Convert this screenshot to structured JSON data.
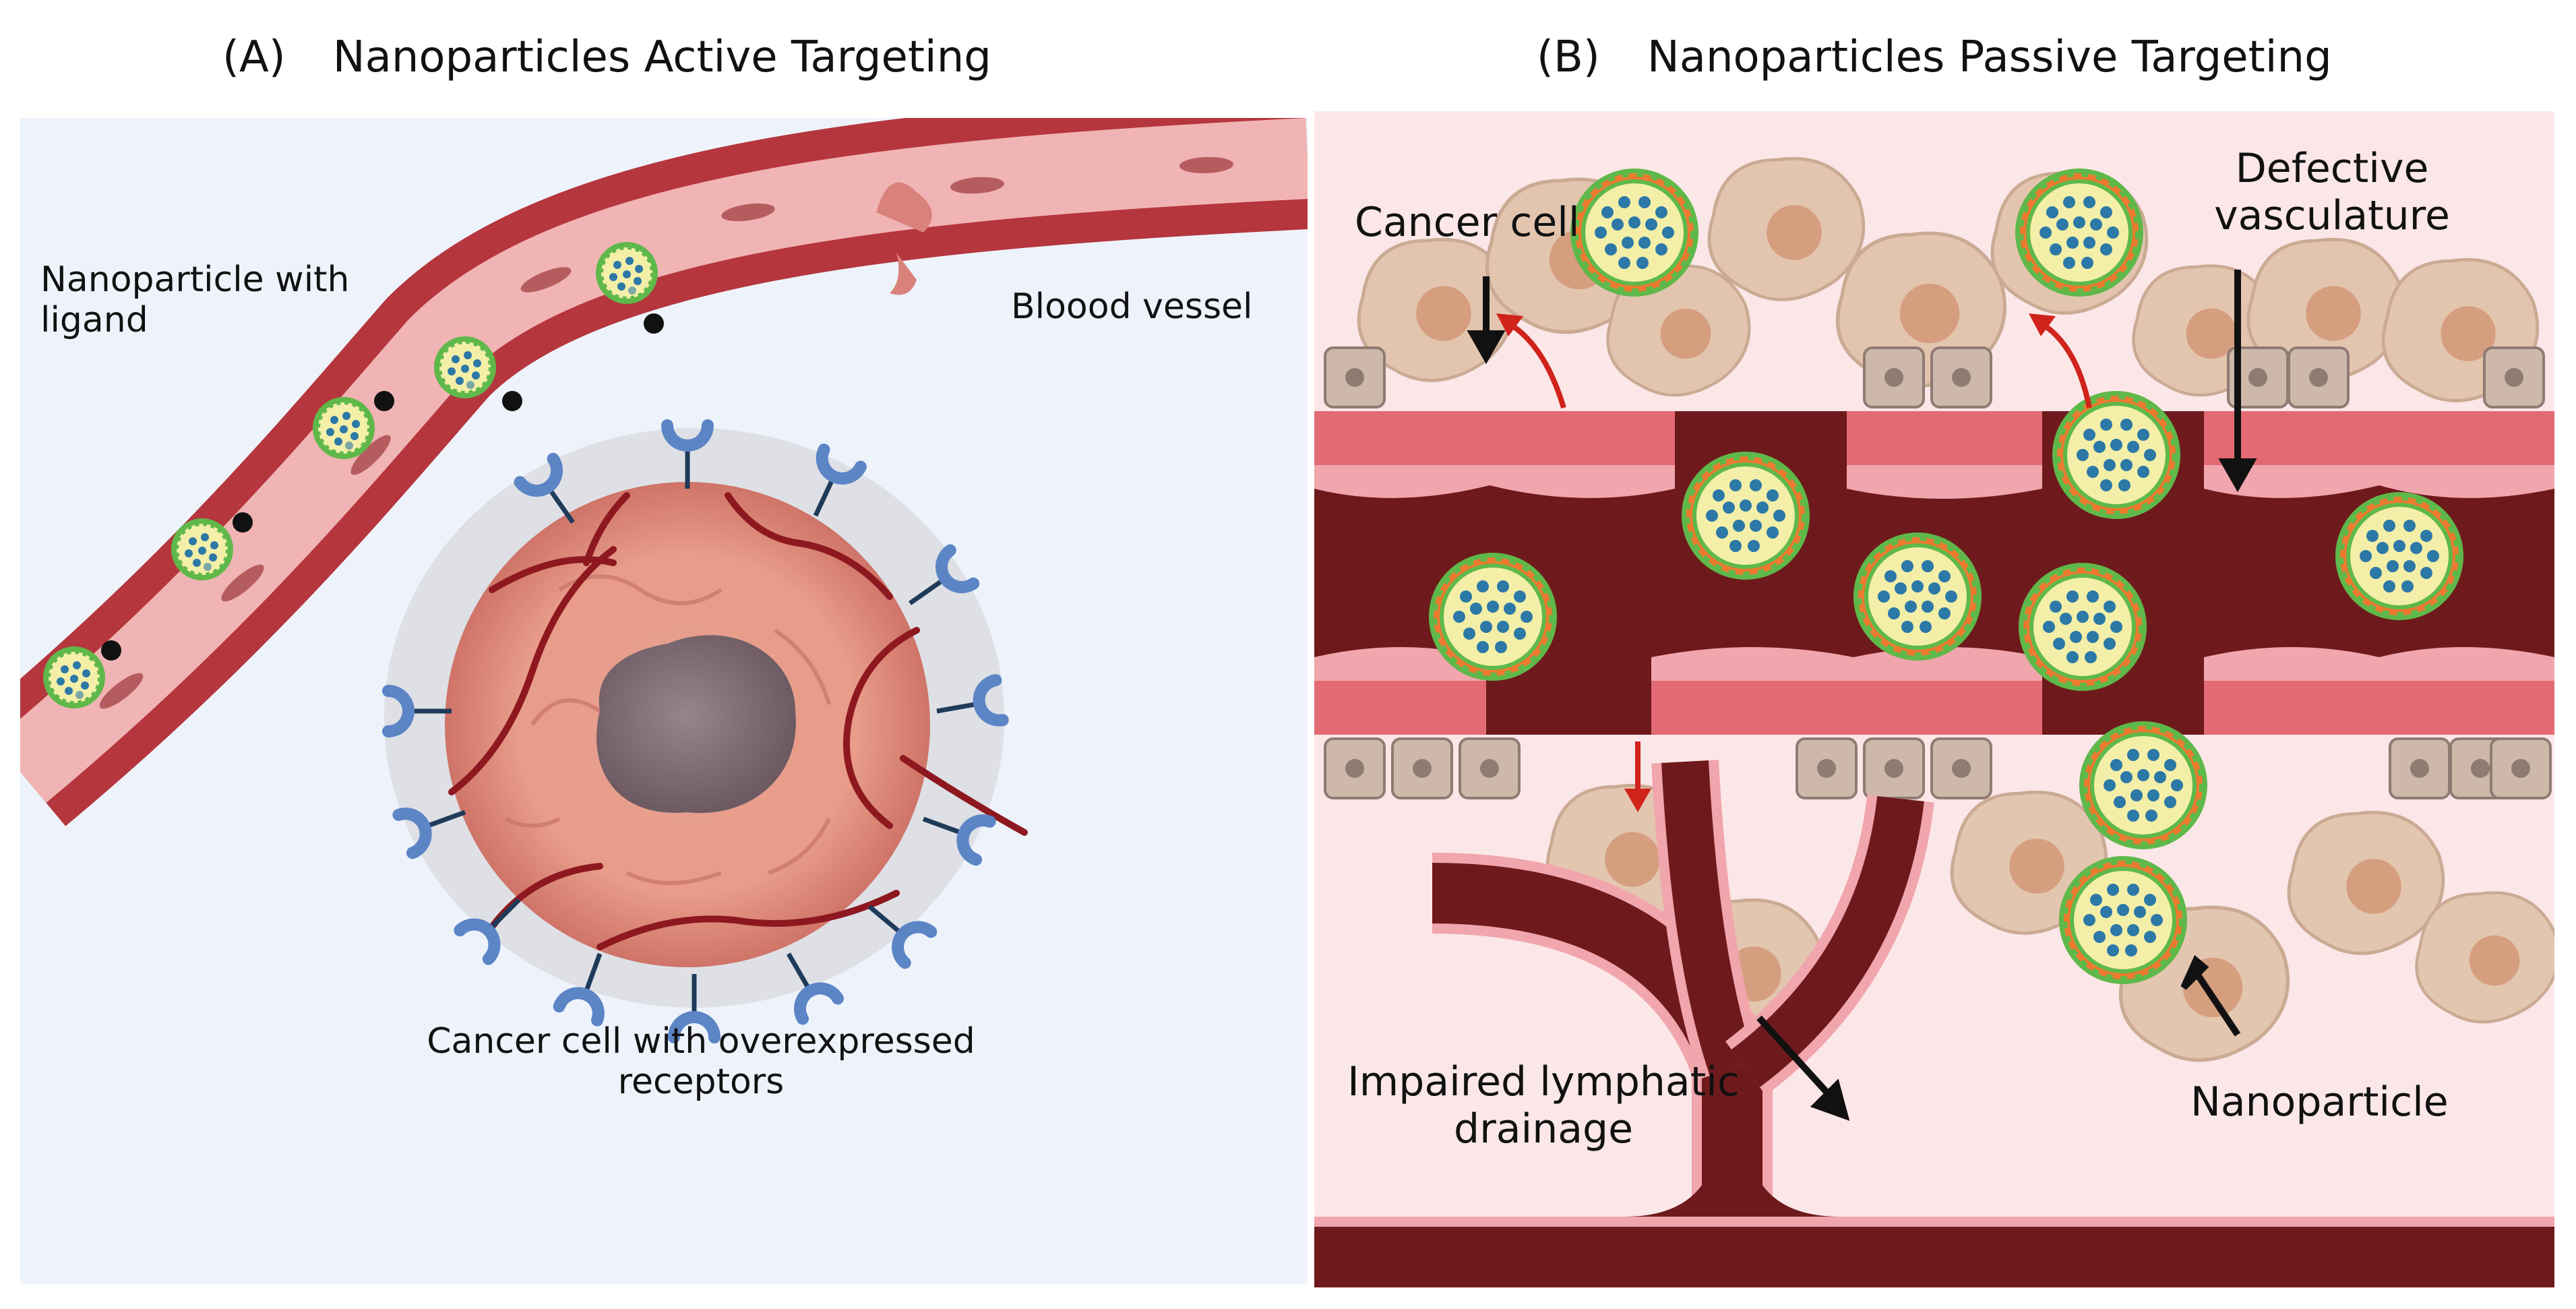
{
  "panel_a": {
    "letter": "(A)",
    "title": "Nanoparticles Active Targeting",
    "labels": {
      "nanoparticle_with_ligand": "Nanoparticle with\nligand",
      "blood_vessel": "Bloood vessel",
      "cancer_cell_receptors": "Cancer cell with overexpressed\nreceptors"
    }
  },
  "panel_b": {
    "letter": "(B)",
    "title": "Nanoparticles Passive Targeting",
    "labels": {
      "cancer_cell": "Cancer cell",
      "defective_vasculature": "Defective\nvasculature",
      "impaired_lymphatic_drainage": "Impaired lymphatic\ndrainage",
      "nanoparticle": "Nanoparticle"
    }
  },
  "colors": {
    "panel_a_bg": "#eef3fb",
    "panel_b_bg": "#fbe7e8",
    "vessel_wall": "#b5363d",
    "vessel_lumen": "#f1b4b4",
    "dark_blood": "#6e1a1c",
    "endothelium": "#e36a74",
    "tissue_cell": "#e2c4ad",
    "receptor": "#5c85c6",
    "nanoparticle_core": "#f3efa8",
    "nanoparticle_dot": "#2c78a6",
    "ligand_green": "#5fb84a",
    "ligand_orange": "#ee7a2f",
    "arrow_red": "#d0231b"
  }
}
